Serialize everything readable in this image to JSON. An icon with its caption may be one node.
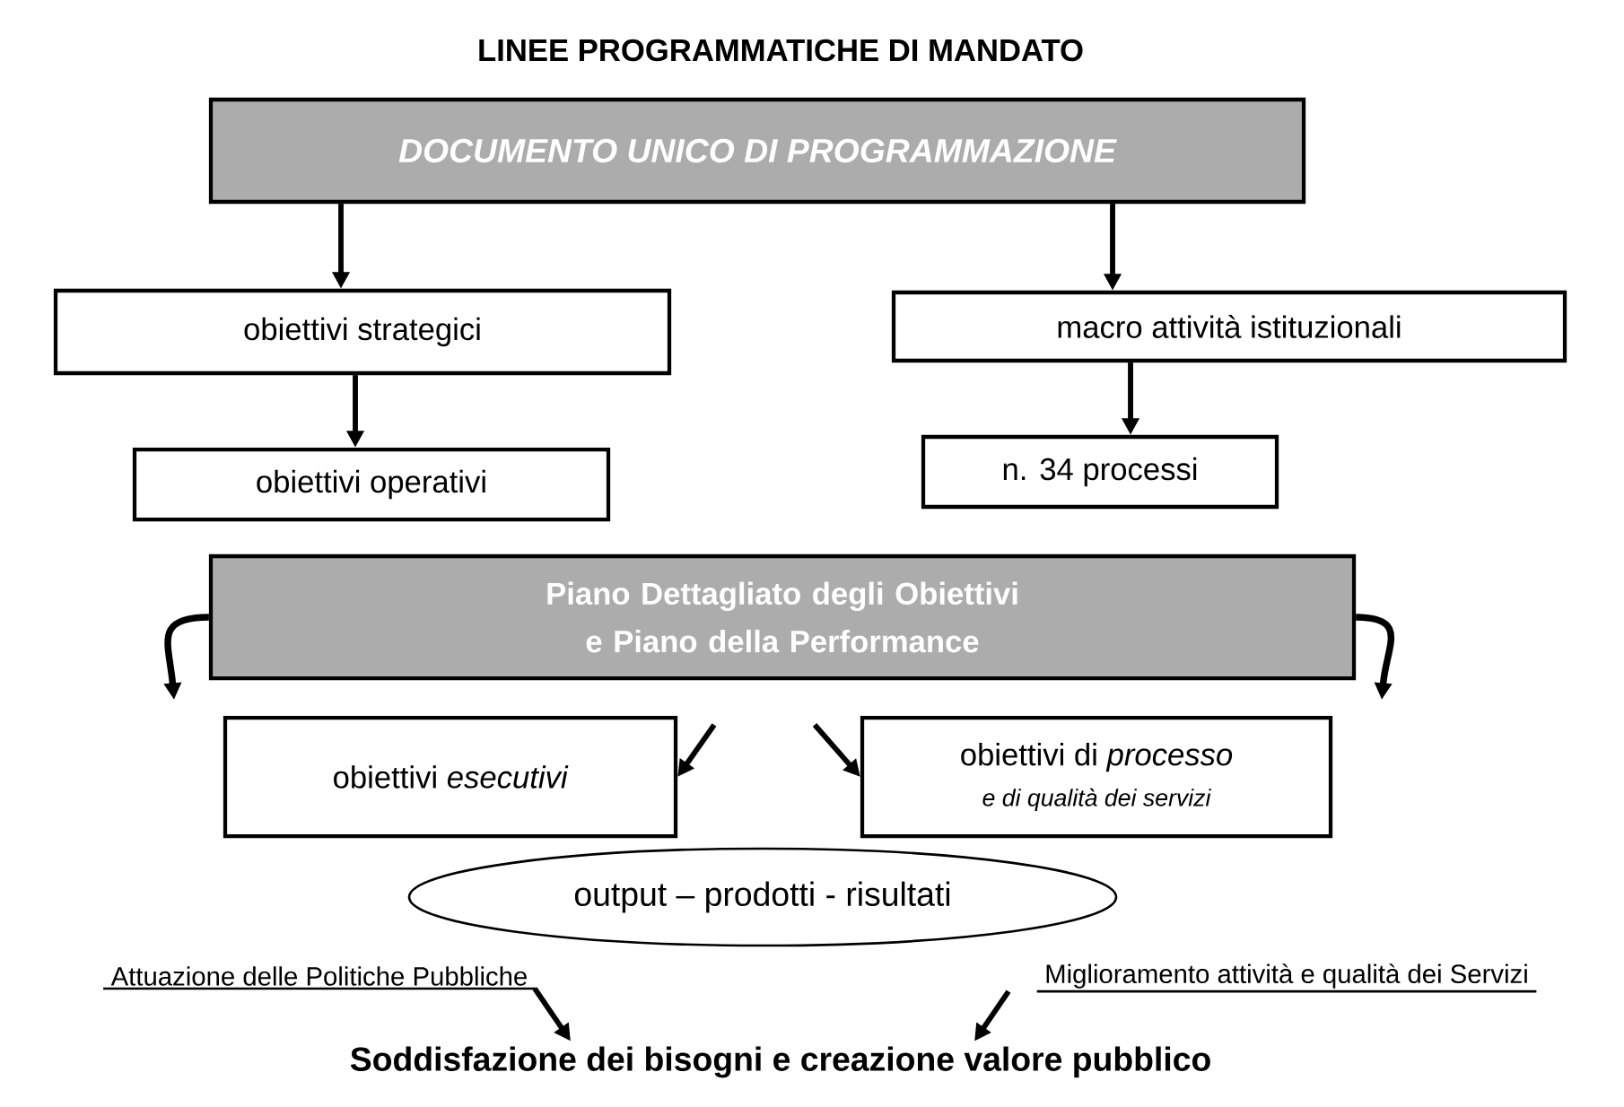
{
  "diagram": {
    "title": "LINEE PROGRAMMATICHE DI MANDATO",
    "nodes": [
      {
        "text": [
          "DOCUMENTO UNICO DI PROGRAMMAZIONE"
        ]
      },
      {
        "text": [
          "obiettivi strategici"
        ]
      },
      {
        "text": [
          "macro attività istituzionali"
        ]
      },
      {
        "text": [
          "obiettivi operativi"
        ]
      },
      {
        "text": [
          "n. 34 processi"
        ]
      },
      {
        "text": [
          "Piano Dettagliato degli Obiettivi e Piano della Performance"
        ]
      },
      {
        "text": [
          "obiettivi *esecutivi*"
        ]
      },
      {
        "text": [
          "obiettivi di *processo*",
          "e di qualità dei servizi"
        ]
      },
      {
        "text": [
          "output – prodotti - risultati"
        ]
      },
      {
        "text": [
          "Attuazione delle Politiche Pubbliche"
        ]
      },
      {
        "text": [
          "Miglioramento attività e qualità  dei Servizi"
        ]
      },
      {
        "text": [
          "Soddisfazione dei bisogni e creazione valore pubblico"
        ]
      }
    ],
    "edges": [
      {
        "from": 0,
        "to": 1,
        "arrow": "to"
      },
      {
        "from": 0,
        "to": 2,
        "arrow": "to"
      },
      {
        "from": 1,
        "to": 3,
        "arrow": "to"
      },
      {
        "from": 2,
        "to": 4,
        "arrow": "to"
      },
      {
        "from": 5,
        "to": null,
        "arrow": "to"
      },
      {
        "from": 5,
        "to": null,
        "arrow": "to"
      },
      {
        "from": null,
        "to": 6,
        "arrow": "to"
      },
      {
        "from": null,
        "to": 7,
        "arrow": "to"
      },
      {
        "from": 9,
        "to": 11,
        "arrow": "to"
      },
      {
        "from": 10,
        "to": 11,
        "arrow": "to"
      }
    ]
  }
}
